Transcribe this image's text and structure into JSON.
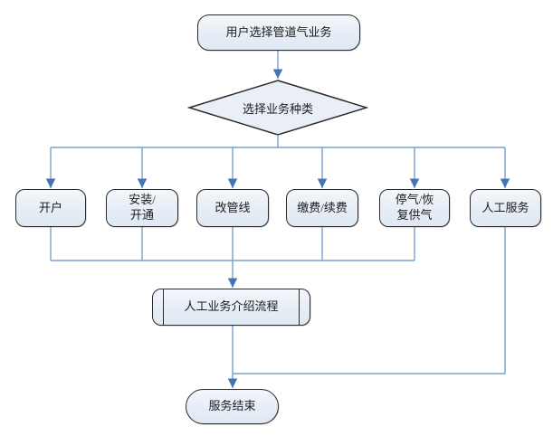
{
  "diagram": {
    "type": "flowchart",
    "background": "#ffffff",
    "colors": {
      "node_fill": "#e9eef7",
      "node_border": "#2b2b2b",
      "connector_line": "#7b9fce",
      "arrowhead": "#4374b8",
      "text": "#1c1c1c"
    },
    "nodes": {
      "start": {
        "label": "用户选择管道气业务",
        "shape": "rounded-rectangle"
      },
      "decision": {
        "label": "选择业务种类",
        "shape": "diamond"
      },
      "open_account": {
        "label": "开户",
        "shape": "rounded-rectangle"
      },
      "install_activate": {
        "label": "安装/\n开通",
        "shape": "rounded-rectangle"
      },
      "change_pipeline": {
        "label": "改管线",
        "shape": "rounded-rectangle"
      },
      "pay_renew": {
        "label": "缴费/续费",
        "shape": "rounded-rectangle"
      },
      "stop_resume_gas": {
        "label": "停气/恢\n复供气",
        "shape": "rounded-rectangle"
      },
      "manual_service": {
        "label": "人工服务",
        "shape": "rounded-rectangle"
      },
      "manual_intro": {
        "label": "人工业务介绍流程",
        "shape": "predefined-process"
      },
      "end": {
        "label": "服务结束",
        "shape": "terminator"
      }
    },
    "edges": [
      {
        "from": "start",
        "to": "decision"
      },
      {
        "from": "decision",
        "to": "open_account"
      },
      {
        "from": "decision",
        "to": "install_activate"
      },
      {
        "from": "decision",
        "to": "change_pipeline"
      },
      {
        "from": "decision",
        "to": "pay_renew"
      },
      {
        "from": "decision",
        "to": "stop_resume_gas"
      },
      {
        "from": "decision",
        "to": "manual_service"
      },
      {
        "from": "open_account",
        "to": "manual_intro"
      },
      {
        "from": "install_activate",
        "to": "manual_intro"
      },
      {
        "from": "change_pipeline",
        "to": "manual_intro"
      },
      {
        "from": "pay_renew",
        "to": "manual_intro"
      },
      {
        "from": "stop_resume_gas",
        "to": "manual_intro"
      },
      {
        "from": "manual_intro",
        "to": "end"
      },
      {
        "from": "manual_service",
        "to": "end"
      }
    ]
  }
}
